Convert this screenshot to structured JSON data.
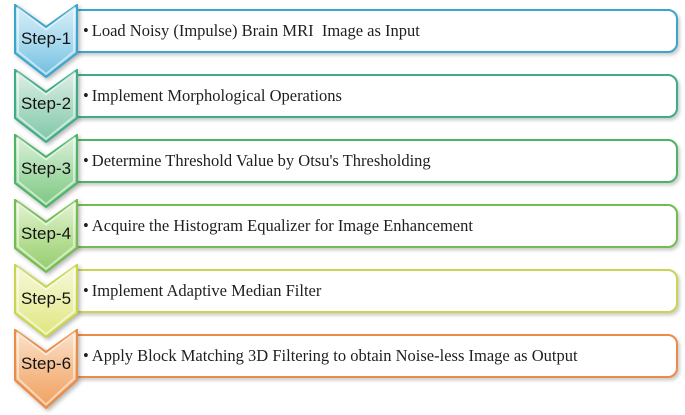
{
  "figure": {
    "type": "vertical-chevron-process-flow",
    "bullet_glyph": "•",
    "text_color": "#1F1F1F"
  },
  "steps": [
    {
      "label": "Step-1",
      "description": "Load Noisy (Impulse) Brain MRI  Image as Input",
      "colors": {
        "border": "#3BA5CB",
        "fill_light": "#D8EEF8",
        "fill_mid": "#A5D8EE",
        "fill_deep": "#6FBCDF"
      }
    },
    {
      "label": "Step-2",
      "description": "Implement Morphological Operations",
      "colors": {
        "border": "#3EAC88",
        "fill_light": "#DFF0E8",
        "fill_mid": "#A8D9C2",
        "fill_deep": "#7FC6A7"
      }
    },
    {
      "label": "Step-3",
      "description": "Determine Threshold Value by Otsu's Thresholding",
      "colors": {
        "border": "#4EB366",
        "fill_light": "#DEF1DB",
        "fill_mid": "#A5DAA8",
        "fill_deep": "#7CC67F"
      }
    },
    {
      "label": "Step-4",
      "description": "Acquire the Histogram Equalizer for Image Enhancement",
      "colors": {
        "border": "#73BC51",
        "fill_light": "#E5F3D6",
        "fill_mid": "#B7DE95",
        "fill_deep": "#92CD6D"
      }
    },
    {
      "label": "Step-5",
      "description": "Implement Adaptive Median Filter",
      "colors": {
        "border": "#C9D550",
        "fill_light": "#F6F8DA",
        "fill_mid": "#EAEFA9",
        "fill_deep": "#DFE57D"
      }
    },
    {
      "label": "Step-6",
      "description": "Apply Block Matching 3D Filtering to obtain Noise-less Image as Output",
      "colors": {
        "border": "#EC8B46",
        "fill_light": "#FAE4CE",
        "fill_mid": "#F5BB8B",
        "fill_deep": "#EFA161"
      }
    }
  ]
}
